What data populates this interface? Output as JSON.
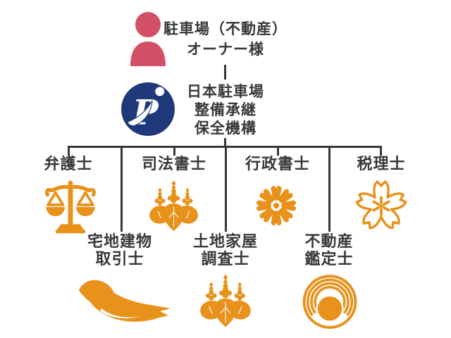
{
  "colors": {
    "icon_orange": "#E8921C",
    "owner_pink": "#D34F66",
    "logo_navy": "#20397A",
    "text_and_lines": "#383838"
  },
  "owner": {
    "icon": "person-icon",
    "line1": "駐車場（不動産）",
    "line2": "オーナー様"
  },
  "organization": {
    "icon": "parking-p-logo-icon",
    "line1": "日本駐車場",
    "line2": "整備承継",
    "line3": "保全機構"
  },
  "professionals_row1": [
    {
      "label": "弁護士",
      "icon": "scales-of-justice-icon"
    },
    {
      "label": "司法書士",
      "icon": "paulownia-crest-icon"
    },
    {
      "label": "行政書士",
      "icon": "cosmos-flower-icon"
    },
    {
      "label": "税理士",
      "icon": "cherry-blossom-badge-icon"
    }
  ],
  "professionals_row2": [
    {
      "line1": "宅地建物",
      "line2": "取引士",
      "icon": "dove-icon"
    },
    {
      "line1": "土地家屋",
      "line2": "調査士",
      "icon": "paulownia-crest-icon"
    },
    {
      "line1": "不動産",
      "line2": "鑑定士",
      "icon": "concentric-shell-icon"
    }
  ]
}
